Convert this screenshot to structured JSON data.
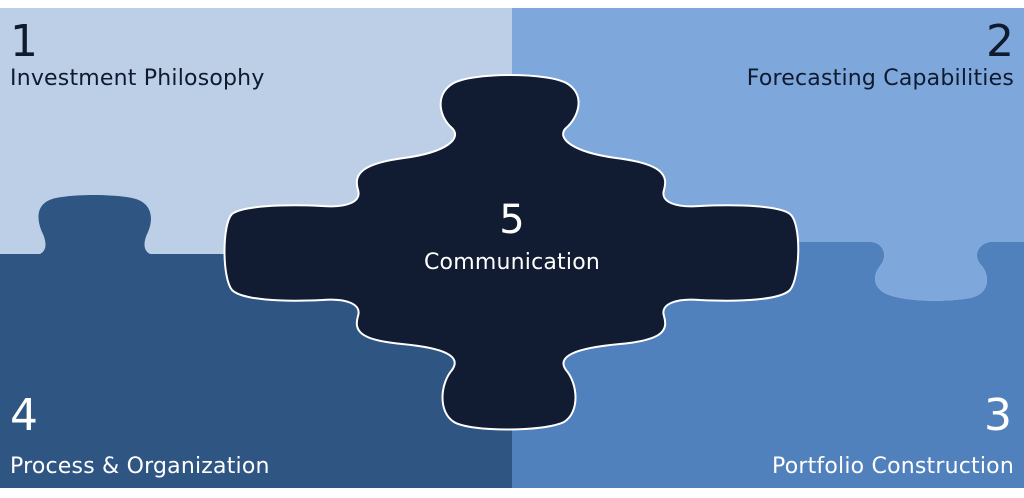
{
  "pieces": [
    {
      "number": "1",
      "label": "Investment Philosophy",
      "color": "#bccfe6"
    },
    {
      "number": "2",
      "label": "Forecasting Capabilities",
      "color": "#7ea8dc"
    },
    {
      "number": "3",
      "label": "Portfolio Construction",
      "color": "#5181bd"
    },
    {
      "number": "4",
      "label": "Process & Organization",
      "color": "#2f5583"
    },
    {
      "number": "5",
      "label": "Communication",
      "color": "#111b31"
    }
  ],
  "outline_color": "#ffffff"
}
